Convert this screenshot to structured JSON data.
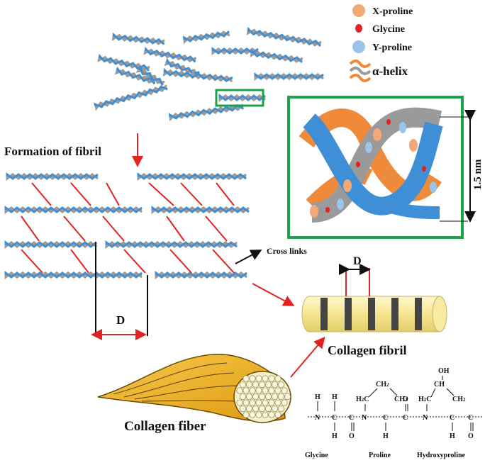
{
  "legend": {
    "x_proline": "X-proline",
    "glycine": "Glycine",
    "y_proline": "Y-proline",
    "alpha_helix": "α-helix"
  },
  "labels": {
    "formation_of_fibril": "Formation of fibril",
    "cross_links": "Cross links",
    "d_period": "D",
    "d_period_fibril": "D",
    "scale": "1.5 nm",
    "collagen_fibril": "Collagen fibril",
    "collagen_fiber": "Collagen fiber"
  },
  "chemistry": {
    "glycine": "Glycine",
    "proline": "Proline",
    "hydroxyproline": "Hydroxyproline"
  },
  "colors": {
    "orange": "#ef8a3a",
    "blue": "#3f8fd6",
    "gray": "#9a9a9a",
    "red": "#e02424",
    "green": "#1aa34a",
    "fibril": "#f7eba0",
    "fiber": "#f2b51c"
  }
}
